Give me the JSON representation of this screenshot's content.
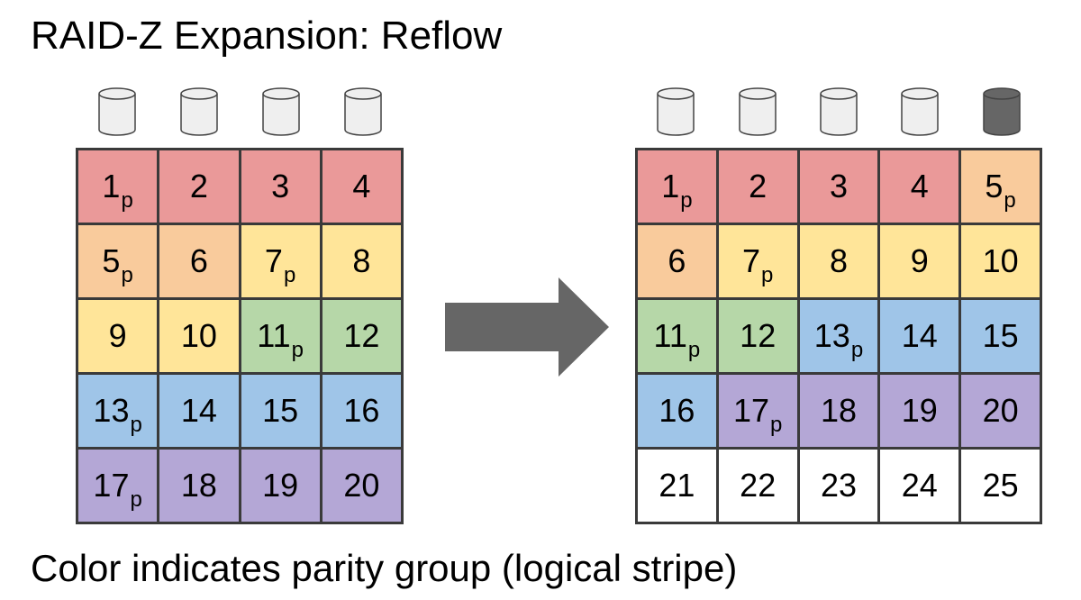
{
  "title": "RAID-Z Expansion: Reflow",
  "caption": "Color indicates parity group (logical stripe)",
  "colors": {
    "red": "#ea9999",
    "orange": "#f9cb9c",
    "yellow": "#ffe599",
    "green": "#b6d7a8",
    "blue": "#9fc5e8",
    "purple": "#b4a7d6",
    "white": "#ffffff",
    "disk_existing": "#efefef",
    "disk_new": "#666666",
    "arrow": "#666666"
  },
  "left_layout": {
    "disks": [
      "existing",
      "existing",
      "existing",
      "existing"
    ],
    "cells": [
      {
        "num": "1",
        "sub": "p",
        "color": "red"
      },
      {
        "num": "2",
        "sub": "",
        "color": "red"
      },
      {
        "num": "3",
        "sub": "",
        "color": "red"
      },
      {
        "num": "4",
        "sub": "",
        "color": "red"
      },
      {
        "num": "5",
        "sub": "p",
        "color": "orange"
      },
      {
        "num": "6",
        "sub": "",
        "color": "orange"
      },
      {
        "num": "7",
        "sub": "p",
        "color": "yellow"
      },
      {
        "num": "8",
        "sub": "",
        "color": "yellow"
      },
      {
        "num": "9",
        "sub": "",
        "color": "yellow"
      },
      {
        "num": "10",
        "sub": "",
        "color": "yellow"
      },
      {
        "num": "11",
        "sub": "p",
        "color": "green"
      },
      {
        "num": "12",
        "sub": "",
        "color": "green"
      },
      {
        "num": "13",
        "sub": "p",
        "color": "blue"
      },
      {
        "num": "14",
        "sub": "",
        "color": "blue"
      },
      {
        "num": "15",
        "sub": "",
        "color": "blue"
      },
      {
        "num": "16",
        "sub": "",
        "color": "blue"
      },
      {
        "num": "17",
        "sub": "p",
        "color": "purple"
      },
      {
        "num": "18",
        "sub": "",
        "color": "purple"
      },
      {
        "num": "19",
        "sub": "",
        "color": "purple"
      },
      {
        "num": "20",
        "sub": "",
        "color": "purple"
      }
    ]
  },
  "right_layout": {
    "disks": [
      "existing",
      "existing",
      "existing",
      "existing",
      "new"
    ],
    "cells": [
      {
        "num": "1",
        "sub": "p",
        "color": "red"
      },
      {
        "num": "2",
        "sub": "",
        "color": "red"
      },
      {
        "num": "3",
        "sub": "",
        "color": "red"
      },
      {
        "num": "4",
        "sub": "",
        "color": "red"
      },
      {
        "num": "5",
        "sub": "p",
        "color": "orange"
      },
      {
        "num": "6",
        "sub": "",
        "color": "orange"
      },
      {
        "num": "7",
        "sub": "p",
        "color": "yellow"
      },
      {
        "num": "8",
        "sub": "",
        "color": "yellow"
      },
      {
        "num": "9",
        "sub": "",
        "color": "yellow"
      },
      {
        "num": "10",
        "sub": "",
        "color": "yellow"
      },
      {
        "num": "11",
        "sub": "p",
        "color": "green"
      },
      {
        "num": "12",
        "sub": "",
        "color": "green"
      },
      {
        "num": "13",
        "sub": "p",
        "color": "blue"
      },
      {
        "num": "14",
        "sub": "",
        "color": "blue"
      },
      {
        "num": "15",
        "sub": "",
        "color": "blue"
      },
      {
        "num": "16",
        "sub": "",
        "color": "blue"
      },
      {
        "num": "17",
        "sub": "p",
        "color": "purple"
      },
      {
        "num": "18",
        "sub": "",
        "color": "purple"
      },
      {
        "num": "19",
        "sub": "",
        "color": "purple"
      },
      {
        "num": "20",
        "sub": "",
        "color": "purple"
      },
      {
        "num": "21",
        "sub": "",
        "color": "white"
      },
      {
        "num": "22",
        "sub": "",
        "color": "white"
      },
      {
        "num": "23",
        "sub": "",
        "color": "white"
      },
      {
        "num": "24",
        "sub": "",
        "color": "white"
      },
      {
        "num": "25",
        "sub": "",
        "color": "white"
      }
    ]
  }
}
